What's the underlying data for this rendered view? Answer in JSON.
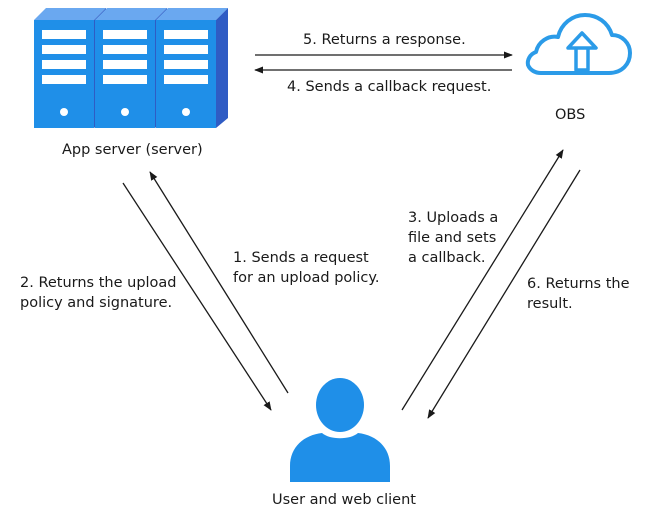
{
  "nodes": {
    "app_server": {
      "label": "App server (server)",
      "icon": "server-rack-icon"
    },
    "obs": {
      "label": "OBS",
      "icon": "cloud-upload-icon"
    },
    "client": {
      "label": "User and web client",
      "icon": "user-icon"
    }
  },
  "steps": {
    "s1": {
      "line1": "1. Sends a request",
      "line2": "for an upload policy."
    },
    "s2": {
      "line1": "2. Returns the upload",
      "line2": "policy and signature."
    },
    "s3": {
      "line1": "3. Uploads a",
      "line2": "file and sets",
      "line3": "a callback."
    },
    "s4": {
      "line1": "4. Sends a callback request."
    },
    "s5": {
      "line1": "5. Returns a response."
    },
    "s6": {
      "line1": "6. Returns the",
      "line2": "result."
    }
  },
  "colors": {
    "icon_blue": "#1f8fe8",
    "icon_blue_dark": "#1565c0",
    "icon_blue_side": "#3f5fbf",
    "cloud_blue": "#2b9be8",
    "arrow": "#1a1a1a"
  }
}
